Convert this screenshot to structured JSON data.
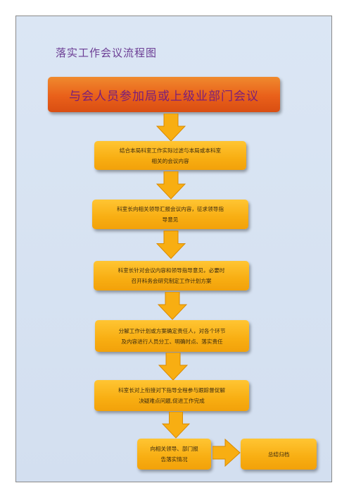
{
  "title": "落实工作会议流程图",
  "header": "与会人员参加局或上级业部门会议",
  "steps": [
    {
      "line1": "结合本局科室工作实际过滤与本局或本科室",
      "line2": "相关的会议内容"
    },
    {
      "line1": "科室长向相关领导汇报会议内容，征求领导指",
      "line2": "导意见"
    },
    {
      "line1": "科室长针对会议内容和领导指导意见，必要时",
      "line2": "召开科务会研究制定工作计划方案"
    },
    {
      "line1": "分解工作计划或方案确定责任人，对各个环节",
      "line2": "及内容进行人员分工、明确时点、落实责任"
    },
    {
      "line1": "科室长对上衔接对下指导全程参与跟踪督促解",
      "line2": "决疑难点问题,促进工作完成"
    },
    {
      "line1": "向相关领导、部门报",
      "line2": "告落实情况"
    }
  ],
  "summary": "总结归档",
  "colors": {
    "header_fill": "#e9601a",
    "header_text": "#7a1e7a",
    "step_fill": "#f8ae12",
    "arrow_fill": "#f8ae12",
    "title_text": "#6b3d94",
    "panel_bg": "#d3dff0"
  }
}
